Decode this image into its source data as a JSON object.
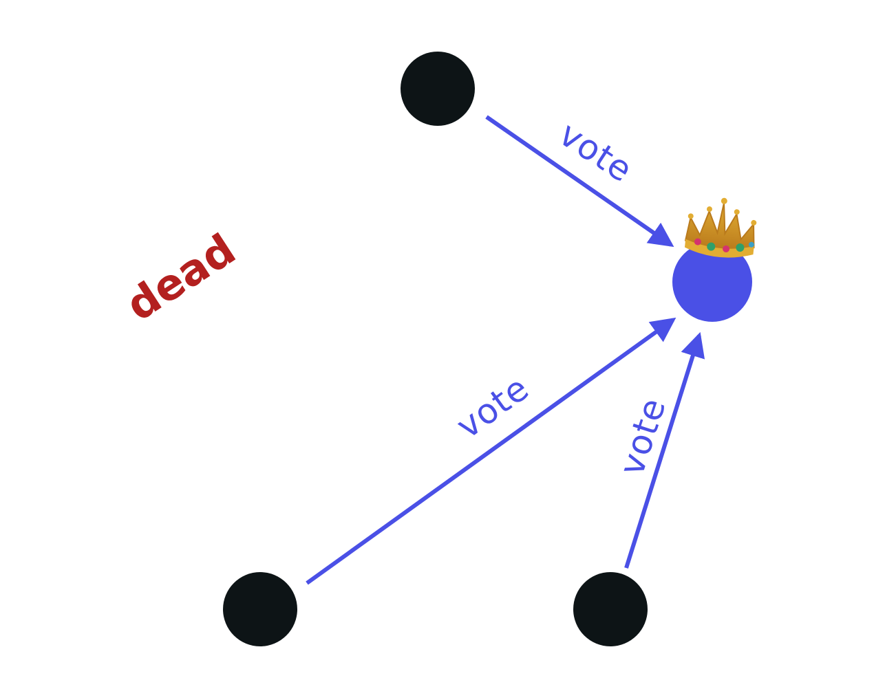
{
  "diagram": {
    "dead_label": "dead",
    "vote_labels": [
      "vote",
      "vote",
      "vote"
    ],
    "leader_icon": "crown-icon"
  },
  "colors": {
    "node": "#0d1416",
    "leader": "#4a50e6",
    "arrow": "#4a50e6",
    "label": "#4a50e6",
    "dead": "#b3201f",
    "crown_gold": "#e2ad33",
    "crown_shade": "#b97a1c"
  }
}
